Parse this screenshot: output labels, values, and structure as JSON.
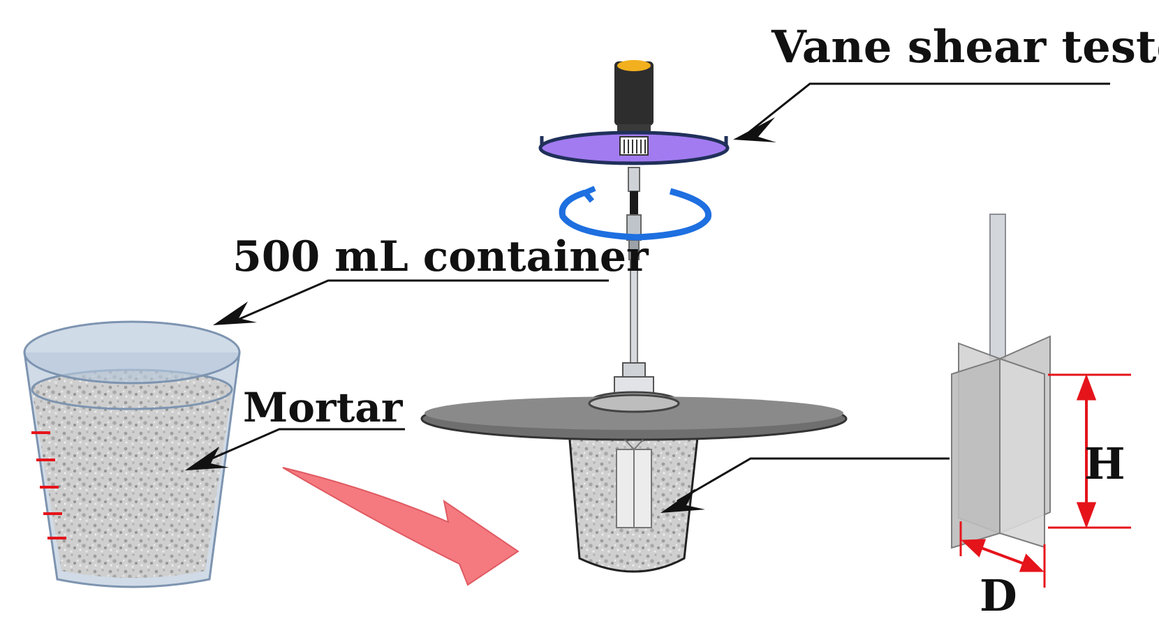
{
  "labels": {
    "vane_shear_tester": "Vane shear tester",
    "container": "500 mL container",
    "mortar": "Mortar",
    "height_symbol": "H",
    "diameter_symbol": "D"
  },
  "colors": {
    "ink": "#111111",
    "dimension_red": "#e5141b",
    "rotation_blue": "#1e6fe0",
    "dial_violet": "#a27bf0",
    "transfer_arrow": "#f47a80",
    "platform_gray": "#6f6f6f",
    "cup_blue": "#8fa8c4",
    "mortar_gray": "#c9c9c9",
    "vane_gray": "#c4c4c4"
  },
  "icons": {
    "rotation": "curved-rotation-arrow-icon",
    "transfer": "curved-transfer-arrow-icon"
  }
}
